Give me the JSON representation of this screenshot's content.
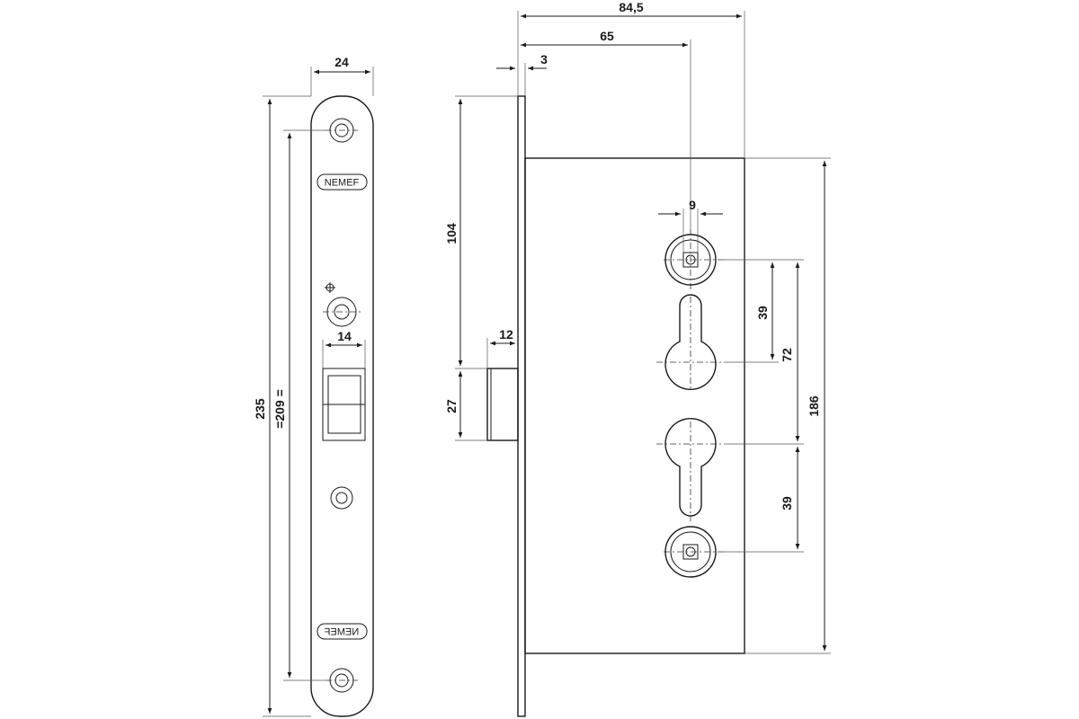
{
  "brand": {
    "logo_text": "NEMEF"
  },
  "front_view": {
    "width_label": "24",
    "height_label": "235",
    "hole_spacing_label": "=209 =",
    "latch_width_label": "14"
  },
  "side_view": {
    "depth_total_label": "84,5",
    "backset_label": "65",
    "plate_thickness_label": "3",
    "follower_label": "9",
    "latch_offset_label": "104",
    "latch_projection_label": "12",
    "latch_height_label": "27",
    "upper_spacing_label": "39",
    "center_spacing_label": "72",
    "lower_spacing_label": "39",
    "case_height_label": "186"
  }
}
